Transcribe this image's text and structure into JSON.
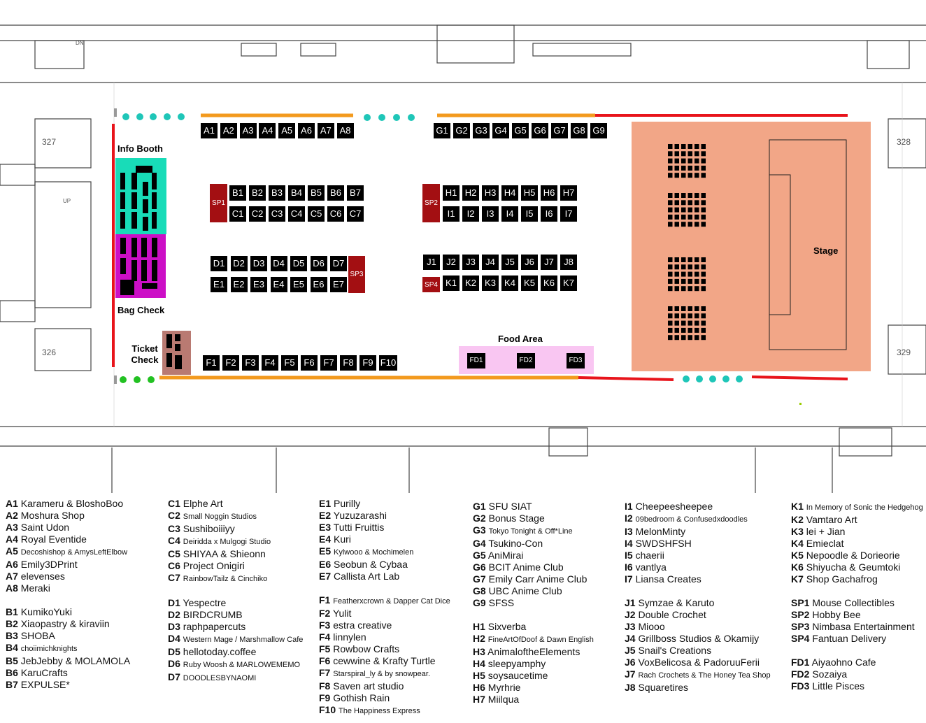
{
  "map": {
    "rooms": [
      "327",
      "328",
      "326",
      "329"
    ],
    "up_label": "UP",
    "dn_label": "DN",
    "info_booth": "Info Booth",
    "bag_check": "Bag Check",
    "ticket_check": "Ticket Check",
    "stage": "Stage",
    "food_area": "Food Area",
    "row_a": [
      "A1",
      "A2",
      "A3",
      "A4",
      "A5",
      "A6",
      "A7",
      "A8"
    ],
    "row_g": [
      "G1",
      "G2",
      "G3",
      "G4",
      "G5",
      "G6",
      "G7",
      "G8",
      "G9"
    ],
    "row_b": [
      "B1",
      "B2",
      "B3",
      "B4",
      "B5",
      "B6",
      "B7"
    ],
    "row_c": [
      "C1",
      "C2",
      "C3",
      "C4",
      "C5",
      "C6",
      "C7"
    ],
    "row_h": [
      "H1",
      "H2",
      "H3",
      "H4",
      "H5",
      "H6",
      "H7"
    ],
    "row_i": [
      "I1",
      "I2",
      "I3",
      "I4",
      "I5",
      "I6",
      "I7"
    ],
    "row_d": [
      "D1",
      "D2",
      "D3",
      "D4",
      "D5",
      "D6",
      "D7"
    ],
    "row_e": [
      "E1",
      "E2",
      "E3",
      "E4",
      "E5",
      "E6",
      "E7"
    ],
    "row_j": [
      "J1",
      "J2",
      "J3",
      "J4",
      "J5",
      "J6",
      "J7",
      "J8"
    ],
    "row_k": [
      "K1",
      "K2",
      "K3",
      "K4",
      "K5",
      "K6",
      "K7"
    ],
    "row_f": [
      "F1",
      "F2",
      "F3",
      "F4",
      "F5",
      "F6",
      "F7",
      "F8",
      "F9",
      "F10"
    ],
    "sp": [
      "SP1",
      "SP2",
      "SP3",
      "SP4"
    ],
    "fd": [
      "FD1",
      "FD2",
      "FD3"
    ],
    "colors": {
      "booth": "#000000",
      "special": "#a30f12",
      "orange_line": "#f39a1e",
      "red_line": "#e8141b",
      "teal_dots": "#1fc6b8",
      "green_dots": "#22c122",
      "info": "#18dcb8",
      "bag": "#cc0fc6",
      "ticket": "#b97a72",
      "stage": "#f2a687",
      "food": "#f9c6f2"
    }
  },
  "legend": {
    "col1": [
      [
        [
          "A1",
          "Karameru & BloshoBoo",
          0
        ],
        [
          "A2",
          "Moshura Shop",
          0
        ],
        [
          "A3",
          "Saint Udon",
          0
        ],
        [
          "A4",
          "Royal Eventide",
          0
        ],
        [
          "A5",
          "Decoshishop & AmysLeftElbow",
          1
        ],
        [
          "A6",
          "Emily3DPrint",
          0
        ],
        [
          "A7",
          "elevenses",
          0
        ],
        [
          "A8",
          "Meraki",
          0
        ]
      ],
      [
        [
          "B1",
          "KumikoYuki",
          0
        ],
        [
          "B2",
          "Xiaopastry & kiraviin",
          0
        ],
        [
          "B3",
          "SHOBA",
          0
        ],
        [
          "B4",
          "choiimichknights",
          1
        ],
        [
          "B5",
          "JebJebby & MOLAMOLA",
          0
        ],
        [
          "B6",
          "KaruCrafts",
          0
        ],
        [
          "B7",
          "EXPULSE*",
          0
        ]
      ]
    ],
    "col2": [
      [
        [
          "C1",
          "Elphe Art",
          0
        ],
        [
          "C2",
          "Small Noggin Studios",
          1
        ],
        [
          "C3",
          "Sushiboiiiyy",
          0
        ],
        [
          "C4",
          "Deiridda x Mulgogi Studio",
          1
        ],
        [
          "C5",
          "SHIYAA & Shieonn",
          0
        ],
        [
          "C6",
          "Project Onigiri",
          0
        ],
        [
          "C7",
          "RainbowTailz & Cinchiko",
          1
        ]
      ],
      [
        [
          "D1",
          "Yespectre",
          0
        ],
        [
          "D2",
          "BIRDCRUMB",
          0
        ],
        [
          "D3",
          "raphpapercuts",
          0
        ],
        [
          "D4",
          "Western Mage / Marshmallow Cafe",
          1
        ],
        [
          "D5",
          "hellotoday.coffee",
          0
        ],
        [
          "D6",
          "Ruby Woosh & MARLOWEMEMO",
          1
        ],
        [
          "D7",
          "DOODLESBYNAOMI",
          1
        ]
      ]
    ],
    "col3": [
      [
        [
          "E1",
          "Purilly",
          0
        ],
        [
          "E2",
          "Yuzuzarashi",
          0
        ],
        [
          "E3",
          "Tutti Fruittis",
          0
        ],
        [
          "E4",
          "Kuri",
          0
        ],
        [
          "E5",
          "Kylwooo & Mochimelen",
          1
        ],
        [
          "E6",
          "Seobun & Cybaa",
          0
        ],
        [
          "E7",
          "Callista Art Lab",
          0
        ]
      ],
      [
        [
          "F1",
          "Featherxcrown & Dapper Cat Dice",
          1
        ],
        [
          "F2",
          "Yulit",
          0
        ],
        [
          "F3",
          "estra creative",
          0
        ],
        [
          "F4",
          "linnylen",
          0
        ],
        [
          "F5",
          "Rowbow Crafts",
          0
        ],
        [
          "F6",
          "cewwine & Krafty Turtle",
          0
        ],
        [
          "F7",
          "Starspiral_ly & by snowpear.",
          1
        ],
        [
          "F8",
          "Saven art studio",
          0
        ],
        [
          "F9",
          "Gothish Rain",
          0
        ],
        [
          "F10",
          "The Happiness Express",
          1
        ]
      ]
    ],
    "col4": [
      [
        [
          "G1",
          "SFU SIAT",
          0
        ],
        [
          "G2",
          "Bonus Stage",
          0
        ],
        [
          "G3",
          "Tokyo Tonight & Off*Line",
          1
        ],
        [
          "G4",
          "Tsukino-Con",
          0
        ],
        [
          "G5",
          "AniMirai",
          0
        ],
        [
          "G6",
          "BCIT Anime Club",
          0
        ],
        [
          "G7",
          "Emily Carr Anime Club",
          0
        ],
        [
          "G8",
          "UBC Anime Club",
          0
        ],
        [
          "G9",
          "SFSS",
          0
        ]
      ],
      [
        [
          "H1",
          "Sixverba",
          0
        ],
        [
          "H2",
          "FineArtOfDoof & Dawn English",
          1
        ],
        [
          "H3",
          "AnimaloftheElements",
          0
        ],
        [
          "H4",
          "sleepyamphy",
          0
        ],
        [
          "H5",
          "soysaucetime",
          0
        ],
        [
          "H6",
          "Myrhrie",
          0
        ],
        [
          "H7",
          "Miilqua",
          0
        ]
      ]
    ],
    "col5": [
      [
        [
          "I1",
          "Cheepeesheepee",
          0
        ],
        [
          "I2",
          "09bedroom & Confusedxdoodles",
          1
        ],
        [
          "I3",
          "MelonMinty",
          0
        ],
        [
          "I4",
          "SWDSHFSH",
          0
        ],
        [
          "I5",
          "chaerii",
          0
        ],
        [
          "I6",
          "vantlya",
          0
        ],
        [
          "I7",
          "Liansa Creates",
          0
        ]
      ],
      [
        [
          "J1",
          "Symzae & Karuto",
          0
        ],
        [
          "J2",
          "Double Crochet",
          0
        ],
        [
          "J3",
          "Miooo",
          0
        ],
        [
          "J4",
          "Grillboss Studios & Okamijy",
          0
        ],
        [
          "J5",
          "Snail's Creations",
          0
        ],
        [
          "J6",
          "VoxBelicosa & PadoruuFerii",
          0
        ],
        [
          "J7",
          "Rach Crochets & The Honey Tea Shop",
          1
        ],
        [
          "J8",
          "Squaretires",
          0
        ]
      ]
    ],
    "col6": [
      [
        [
          "K1",
          "In Memory of Sonic the Hedgehog",
          1
        ],
        [
          "K2",
          "Vamtaro Art",
          0
        ],
        [
          "K3",
          "lei + Jian",
          0
        ],
        [
          "K4",
          "Emieclat",
          0
        ],
        [
          "K5",
          "Nepoodle & Dorieorie",
          0
        ],
        [
          "K6",
          "Shiyucha & Geumtoki",
          0
        ],
        [
          "K7",
          "Shop Gachafrog",
          0
        ]
      ],
      [
        [
          "SP1",
          "Mouse Collectibles",
          0
        ],
        [
          "SP2",
          "Hobby Bee",
          0
        ],
        [
          "SP3",
          "Nimbasa Entertainment",
          0
        ],
        [
          "SP4",
          "Fantuan Delivery",
          0
        ]
      ],
      [
        [
          "FD1",
          "Aiyaohno Cafe",
          0
        ],
        [
          "FD2",
          "Sozaiya",
          0
        ],
        [
          "FD3",
          "Little Pisces",
          0
        ]
      ]
    ]
  }
}
